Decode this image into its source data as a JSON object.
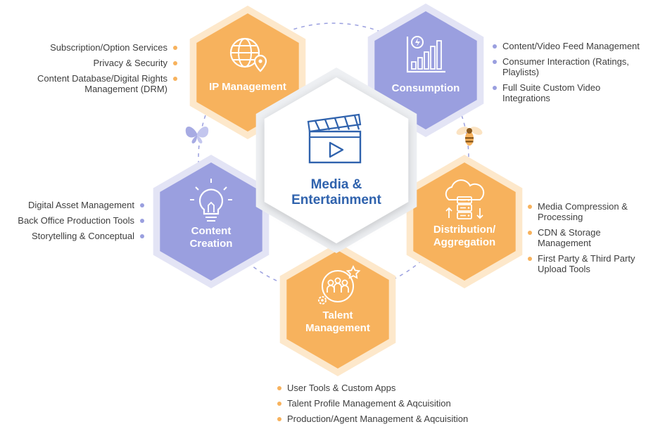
{
  "colors": {
    "orange": "#f7b25d",
    "orange_ring": "#fde8cb",
    "purple": "#9a9fdf",
    "purple_ring": "#e3e4f5",
    "center_text": "#2f62ad",
    "white": "#ffffff"
  },
  "center": {
    "title_line1": "Media &",
    "title_line2": "Entertainment",
    "icon": "clapperboard-play-icon"
  },
  "nodes": [
    {
      "key": "ip",
      "label_lines": [
        "IP Management"
      ],
      "color": "orange",
      "icon": "globe-location-icon",
      "items": [
        "Subscription/Option Services",
        "Privacy & Security",
        "Content Database/Digital Rights Management (DRM)"
      ]
    },
    {
      "key": "consumption",
      "label_lines": [
        "Consumption"
      ],
      "color": "purple",
      "icon": "bar-chart-growth-icon",
      "items": [
        "Content/Video Feed Management",
        "Consumer Interaction (Ratings, Playlists)",
        "Full Suite Custom Video Integrations"
      ]
    },
    {
      "key": "distribution",
      "label_lines": [
        "Distribution/",
        "Aggregation"
      ],
      "color": "orange",
      "icon": "cloud-server-icon",
      "items": [
        "Media Compression & Processing",
        "CDN & Storage Management",
        "First Party & Third Party Upload Tools"
      ]
    },
    {
      "key": "talent",
      "label_lines": [
        "Talent",
        "Management"
      ],
      "color": "orange",
      "icon": "team-star-icon",
      "items": [
        "User Tools & Custom Apps",
        "Talent Profile Management & Aqcuisition",
        "Production/Agent Management & Aqcuisition"
      ]
    },
    {
      "key": "content",
      "label_lines": [
        "Content",
        "Creation"
      ],
      "color": "purple",
      "icon": "lightbulb-icon",
      "items": [
        "Digital Asset Management",
        "Back Office Production Tools",
        "Storytelling & Conceptual"
      ]
    }
  ],
  "decorations": {
    "butterfly": "butterfly-icon",
    "bee": "bee-icon"
  }
}
